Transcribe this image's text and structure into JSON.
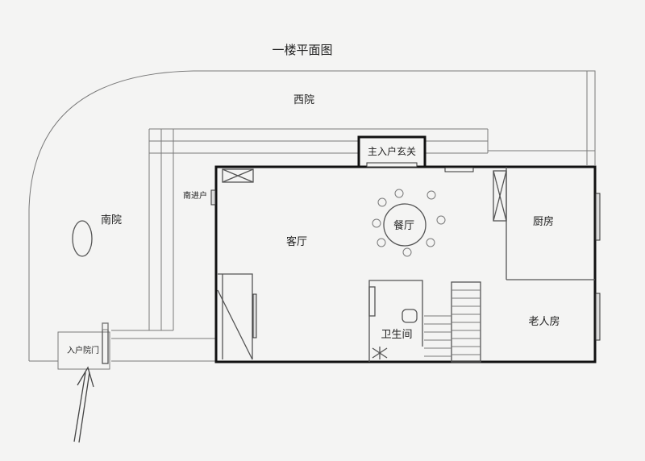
{
  "title": "一楼平面图",
  "rooms": {
    "west_yard": "西院",
    "south_yard": "南院",
    "south_entry": "南进户",
    "main_entrance": "主入户玄关",
    "living_room": "客厅",
    "dining_room": "餐厅",
    "kitchen": "厨房",
    "bathroom": "卫生间",
    "elderly_room": "老人房",
    "yard_gate": "入户院门"
  }
}
